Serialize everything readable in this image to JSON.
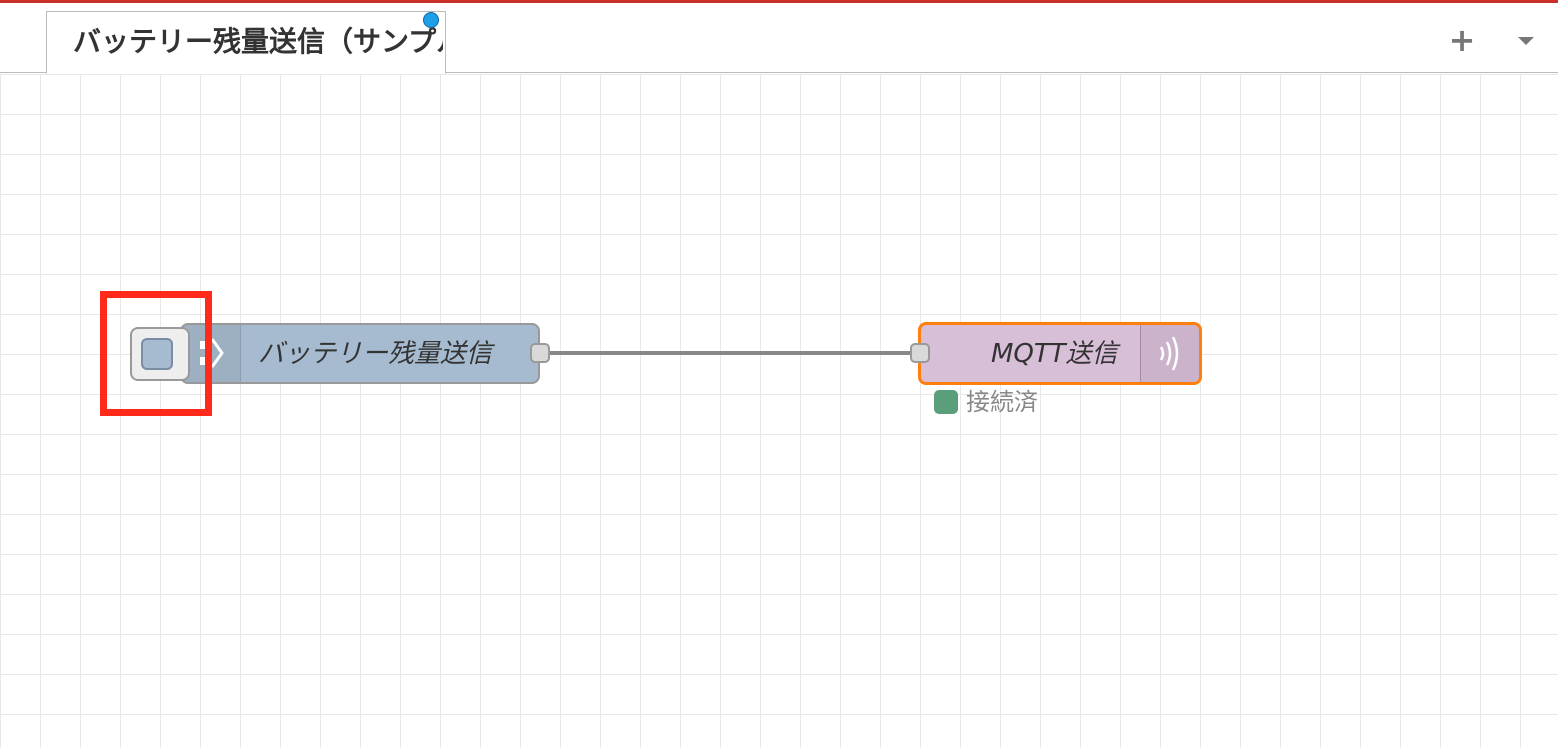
{
  "tabs": [
    {
      "label": "バッテリー残量送信（サンプル",
      "active": true,
      "changed": true
    }
  ],
  "tabbar": {
    "add_label": "+"
  },
  "nodes": {
    "inject": {
      "label": "バッテリー残量送信",
      "color": "#a6bbcf",
      "icon": "inject-arrow-icon"
    },
    "mqtt": {
      "label": "MQTT送信",
      "color": "#d8bfd8",
      "icon": "broadcast-wave-icon",
      "status": "接続済",
      "status_color": "#5a9e7c"
    }
  },
  "colors": {
    "selection_border": "#ff7f0e",
    "highlight": "#ff2a1a",
    "tab_changed_dot": "#1e9fe8"
  }
}
